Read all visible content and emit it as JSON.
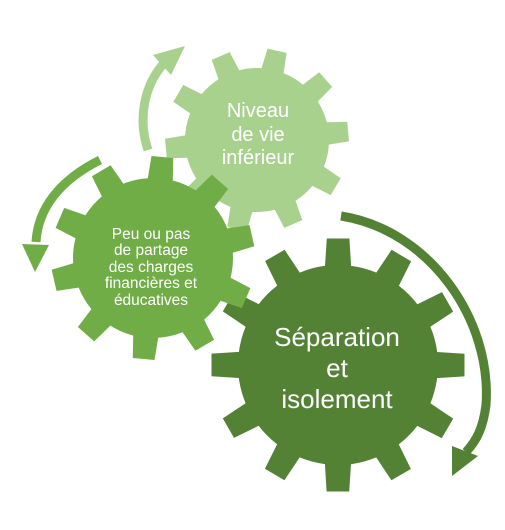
{
  "diagram": {
    "gears": [
      {
        "id": "top",
        "lines": [
          "Niveau",
          "de vie",
          "inférieur"
        ],
        "color": "#a9d18e"
      },
      {
        "id": "left",
        "lines": [
          "Peu ou pas",
          "de partage",
          "des charges",
          "financières et",
          "éducatives"
        ],
        "color": "#70ad47"
      },
      {
        "id": "big",
        "lines": [
          "Séparation",
          "et",
          "isolement"
        ],
        "color": "#548235"
      }
    ],
    "arrows": [
      {
        "id": "arrow-left-to-top",
        "color": "#a9d18e"
      },
      {
        "id": "arrow-top-to-left",
        "color": "#70ad47"
      },
      {
        "id": "arrow-right-to-big",
        "color": "#548235"
      }
    ]
  }
}
